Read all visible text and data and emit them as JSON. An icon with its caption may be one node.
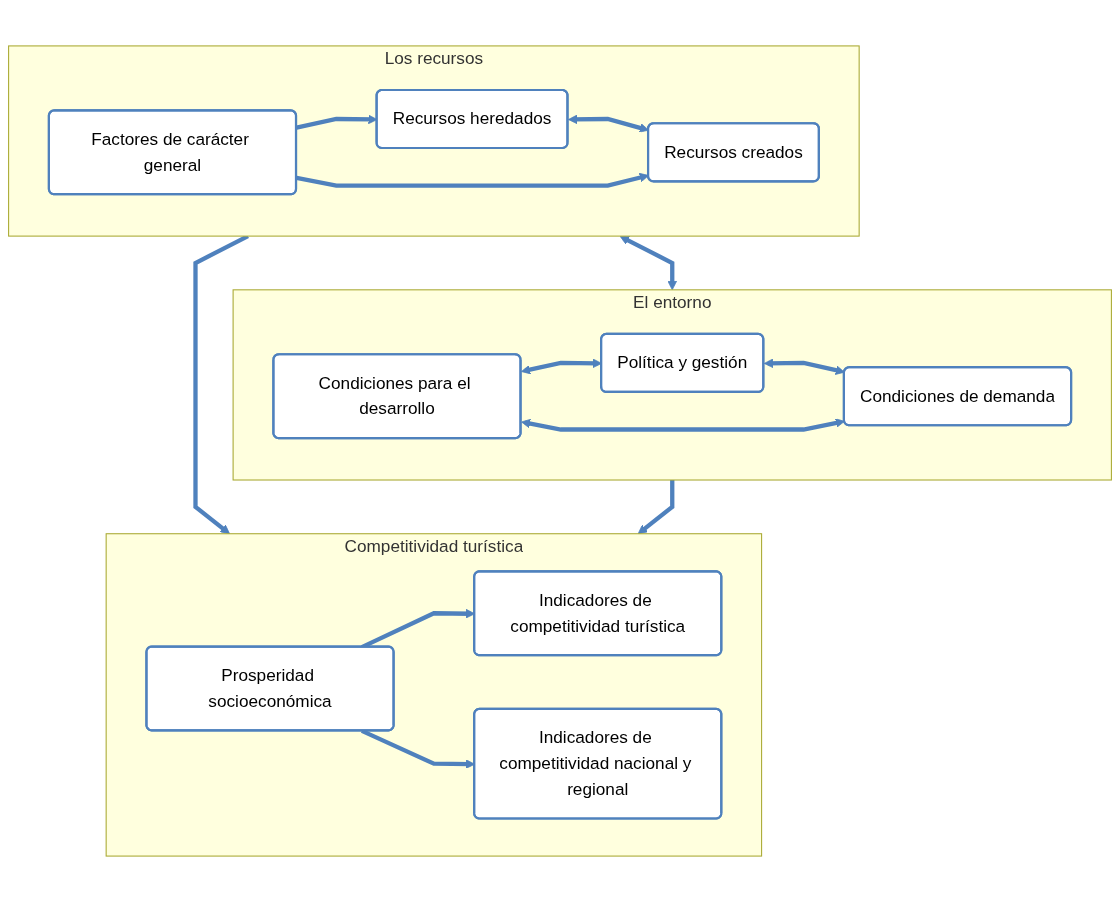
{
  "diagram": {
    "nodes": [
      {
        "text": [
          "Los recursos"
        ]
      },
      {
        "text": [
          "Recursos heredados"
        ],
        "in": 0
      },
      {
        "text": [
          "Factores de carácter general"
        ],
        "in": 0
      },
      {
        "text": [
          "Recursos creados"
        ],
        "in": 0
      },
      {
        "text": [
          "El entorno"
        ]
      },
      {
        "text": [
          "Política y gestión"
        ],
        "in": 4
      },
      {
        "text": [
          "Condiciones para el desarrollo"
        ],
        "in": 4
      },
      {
        "text": [
          "Condiciones de demanda"
        ],
        "in": 4
      },
      {
        "text": [
          "Competitividad turística"
        ]
      },
      {
        "text": [
          "Indicadores de competitividad turística"
        ],
        "in": 8
      },
      {
        "text": [
          "Prosperidad socioeconómica"
        ],
        "in": 8
      },
      {
        "text": [
          "Indicadores de competitividad nacional y regional"
        ],
        "in": 8
      }
    ],
    "edges": [
      {
        "from": 2,
        "to": 1,
        "arrow": "to"
      },
      {
        "from": 1,
        "to": 3,
        "arrow": "both"
      },
      {
        "from": 2,
        "to": 3,
        "arrow": "to"
      },
      {
        "from": 0,
        "to": 4,
        "arrow": "both"
      },
      {
        "from": 6,
        "to": 5,
        "arrow": "both"
      },
      {
        "from": 5,
        "to": 7,
        "arrow": "both"
      },
      {
        "from": 6,
        "to": 7,
        "arrow": "both"
      },
      {
        "from": 0,
        "to": 8,
        "arrow": "to"
      },
      {
        "from": 4,
        "to": 8,
        "arrow": "to"
      },
      {
        "from": 10,
        "to": 9,
        "arrow": "to"
      },
      {
        "from": 10,
        "to": 11,
        "arrow": "to"
      }
    ]
  }
}
